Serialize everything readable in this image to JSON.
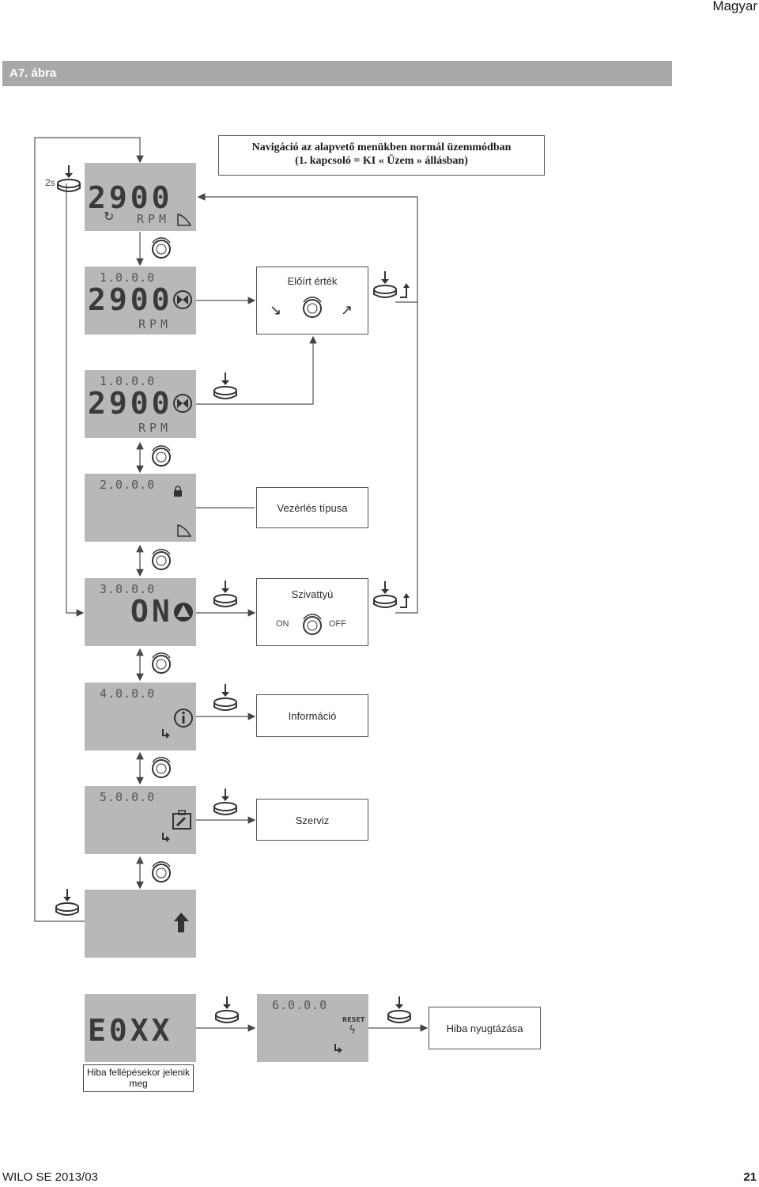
{
  "header": {
    "language": "Magyar",
    "figure_label": "A7. ábra"
  },
  "title": {
    "line1": "Navigáció az alapvető menükben normál üzemmódban",
    "line2": "(1. kapcsoló = KI « Üzem » állásban)"
  },
  "hold_label": "2s",
  "screens": {
    "s0": {
      "big": "2900",
      "unit": "RPM"
    },
    "s1": {
      "code": "1.0.0.0",
      "big": "2900",
      "unit": "RPM"
    },
    "s1b": {
      "code": "1.0.0.0",
      "big": "2900",
      "unit": "RPM"
    },
    "s2": {
      "code": "2.0.0.0"
    },
    "s3": {
      "code": "3.0.0.0",
      "big": "ON"
    },
    "s4": {
      "code": "4.0.0.0"
    },
    "s5": {
      "code": "5.0.0.0"
    },
    "err": {
      "big": "E0XX"
    },
    "s6": {
      "code": "6.0.0.0",
      "reset": "RESET"
    }
  },
  "boxes": {
    "setpoint": "Előírt érték",
    "control_type": "Vezérlés típusa",
    "pump": "Szivattyú",
    "pump_on": "ON",
    "pump_off": "OFF",
    "information": "Információ",
    "service": "Szerviz",
    "ack": "Hiba nyugtázása"
  },
  "note": "Hiba fellépésekor jelenik meg",
  "footer": {
    "left": "WILO SE 2013/03",
    "page": "21"
  }
}
